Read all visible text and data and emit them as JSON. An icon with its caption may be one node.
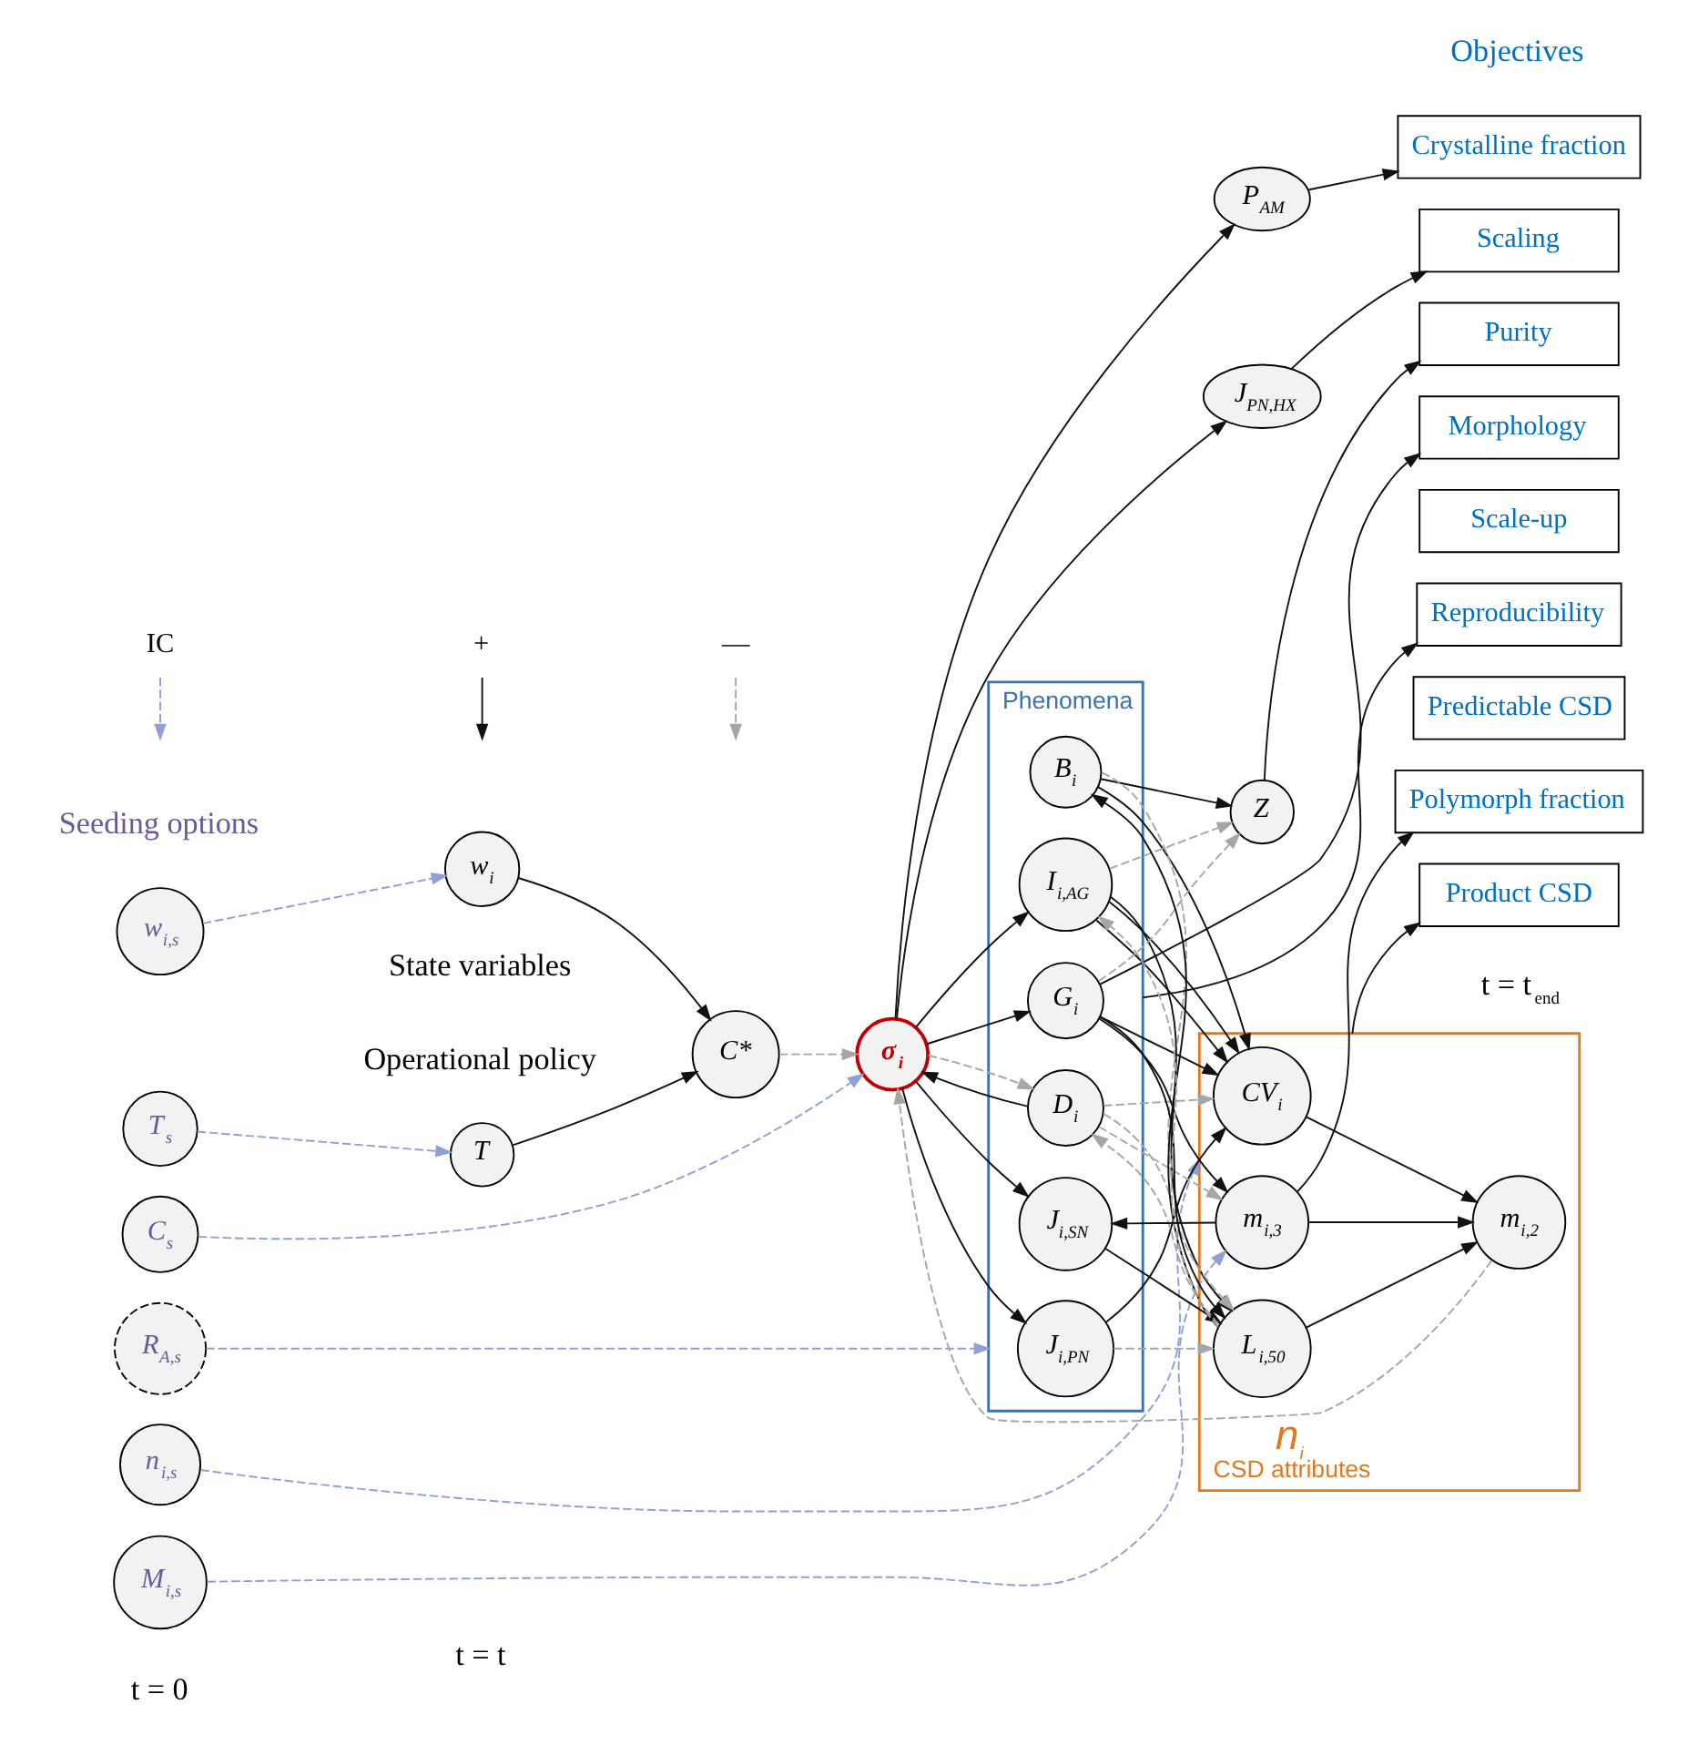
{
  "diagram": {
    "nodes": [
      {
        "text": [
          "w$_{i,s}$"
        ]
      },
      {
        "text": [
          "T$_{s}$"
        ]
      },
      {
        "text": [
          "C$_{s}$"
        ]
      },
      {
        "text": [
          "R$_{A,s}$"
        ]
      },
      {
        "text": [
          "n$_{i,s}$"
        ]
      },
      {
        "text": [
          "M$_{i,s}$"
        ]
      },
      {
        "text": [
          "w$_{i}$"
        ]
      },
      {
        "text": [
          "T"
        ]
      },
      {
        "text": [
          "C*"
        ]
      },
      {
        "text": [
          "σ$_{i}$"
        ]
      },
      {
        "text": [
          "P$_{AM}$"
        ]
      },
      {
        "text": [
          "J$_{PN,HX}$"
        ]
      },
      {
        "text": [
          "Z"
        ]
      },
      {
        "text": [
          "Phenomena"
        ]
      },
      {
        "text": [
          "J$_{i,PN}$"
        ],
        "in": 13
      },
      {
        "text": [
          "B$_{i}$"
        ],
        "in": 13
      },
      {
        "text": [
          "I$_{i,AG}$"
        ],
        "in": 13
      },
      {
        "text": [
          "J$_{i,SN}$"
        ],
        "in": 13
      },
      {
        "text": [
          "D$_{i}$"
        ],
        "in": 13
      },
      {
        "text": [
          "G$_{i}$"
        ],
        "in": 13
      },
      {
        "text": [
          "n$_{i}$",
          "CSD attributes"
        ]
      },
      {
        "text": [
          "CV$_{i}$"
        ],
        "in": 20
      },
      {
        "text": [
          "L$_{i,50}$"
        ],
        "in": 20
      },
      {
        "text": [
          "m$_{i,3}$"
        ],
        "in": 20
      },
      {
        "text": [
          "m$_{i,2}$"
        ],
        "in": 20
      },
      {
        "text": [
          "Crystalline fraction"
        ]
      },
      {
        "text": [
          "Scaling"
        ]
      },
      {
        "text": [
          "Purity"
        ]
      },
      {
        "text": [
          "Morphology"
        ]
      },
      {
        "text": [
          "Scale-up"
        ]
      },
      {
        "text": [
          "Reproducibility"
        ]
      },
      {
        "text": [
          "Predictable CSD"
        ]
      },
      {
        "text": [
          "Polymorph fraction"
        ]
      },
      {
        "text": [
          "Product CSD"
        ]
      }
    ],
    "edges": [
      {
        "from": 0,
        "to": 6,
        "arrow": "to",
        "style": "dashed",
        "color": "#8ea0d6"
      },
      {
        "from": 1,
        "to": 7,
        "arrow": "to",
        "style": "dashed",
        "color": "#8ea0d6"
      },
      {
        "from": 2,
        "to": 9,
        "arrow": "to",
        "style": "dashed",
        "color": "#8ea0d6"
      },
      {
        "from": 3,
        "to": 13,
        "arrow": "to",
        "style": "dashed",
        "color": "#8ea0d6"
      },
      {
        "from": 4,
        "to": 20,
        "arrow": "to",
        "style": "dashed",
        "color": "#8ea0d6"
      },
      {
        "from": 5,
        "to": 23,
        "arrow": "to",
        "style": "dashed",
        "color": "#8ea0d6"
      },
      {
        "from": 6,
        "to": 8,
        "arrow": "to"
      },
      {
        "from": 7,
        "to": 8,
        "arrow": "to"
      },
      {
        "from": 8,
        "to": 9,
        "arrow": "to",
        "style": "dashed",
        "color": "#a6a6a6"
      },
      {
        "from": 9,
        "to": 10,
        "arrow": "to"
      },
      {
        "from": 9,
        "to": 11,
        "arrow": "to"
      },
      {
        "from": 9,
        "to": 14,
        "arrow": "to"
      },
      {
        "from": 9,
        "to": 16,
        "arrow": "to"
      },
      {
        "from": 9,
        "to": 17,
        "arrow": "to"
      },
      {
        "from": 9,
        "to": 18,
        "arrow": "to",
        "style": "dashed",
        "color": "#a6a6a6"
      },
      {
        "from": 9,
        "to": 19,
        "arrow": "to"
      },
      {
        "from": 18,
        "to": 9,
        "arrow": "to"
      },
      {
        "from": 15,
        "to": 12,
        "arrow": "to"
      },
      {
        "from": 16,
        "to": 12,
        "arrow": "to",
        "style": "dashed",
        "color": "#a6a6a6"
      },
      {
        "from": 19,
        "to": 12,
        "arrow": "to",
        "style": "dashed",
        "color": "#a6a6a6"
      },
      {
        "from": 10,
        "to": 25,
        "arrow": "to"
      },
      {
        "from": 11,
        "to": 26,
        "arrow": "to"
      },
      {
        "from": 12,
        "to": 27,
        "arrow": "to"
      },
      {
        "from": 19,
        "to": 28,
        "arrow": "to"
      },
      {
        "from": 13,
        "to": 30,
        "arrow": "to"
      },
      {
        "from": 14,
        "to": 21,
        "arrow": "to"
      },
      {
        "from": 14,
        "to": 22,
        "arrow": "to",
        "style": "dashed",
        "color": "#a6a6a6"
      },
      {
        "from": 15,
        "to": 21,
        "arrow": "to"
      },
      {
        "from": 15,
        "to": 22,
        "arrow": "to",
        "style": "dashed",
        "color": "#a6a6a6"
      },
      {
        "from": 22,
        "to": 15,
        "arrow": "to"
      },
      {
        "from": 16,
        "to": 21,
        "arrow": "to"
      },
      {
        "from": 16,
        "to": 21,
        "arrow": "to"
      },
      {
        "from": 16,
        "to": 22,
        "arrow": "to"
      },
      {
        "from": 22,
        "to": 16,
        "arrow": "to",
        "style": "dashed",
        "color": "#a6a6a6"
      },
      {
        "from": 17,
        "to": 22,
        "arrow": "to"
      },
      {
        "from": 18,
        "to": 21,
        "arrow": "to",
        "style": "dashed",
        "color": "#a6a6a6"
      },
      {
        "from": 18,
        "to": 22,
        "arrow": "to",
        "style": "dashed",
        "color": "#a6a6a6"
      },
      {
        "from": 22,
        "to": 18,
        "arrow": "to",
        "style": "dashed",
        "color": "#a6a6a6"
      },
      {
        "from": 18,
        "to": 23,
        "arrow": "to",
        "style": "dashed",
        "color": "#a6a6a6"
      },
      {
        "from": 19,
        "to": 21,
        "arrow": "to"
      },
      {
        "from": 19,
        "to": 22,
        "arrow": "to"
      },
      {
        "from": 19,
        "to": 23,
        "arrow": "to"
      },
      {
        "from": 23,
        "to": 17,
        "arrow": "to"
      },
      {
        "from": 21,
        "to": 24,
        "arrow": "to"
      },
      {
        "from": 22,
        "to": 24,
        "arrow": "to"
      },
      {
        "from": 23,
        "to": 24,
        "arrow": "to"
      },
      {
        "from": 24,
        "to": 9,
        "arrow": "to",
        "style": "dashed",
        "color": "#a6a6a6"
      },
      {
        "from": 23,
        "to": 32,
        "arrow": "to"
      },
      {
        "from": 20,
        "to": 33,
        "arrow": "to"
      }
    ],
    "labels": [
      "Seeding options",
      "State variables",
      "Objectives",
      "Operational policy",
      "t = 0",
      "t = t",
      "t = t$_{end}$"
    ],
    "legend": [
      {
        "text": "IC"
      },
      {
        "text": "+"
      },
      {
        "text": "—"
      }
    ]
  }
}
